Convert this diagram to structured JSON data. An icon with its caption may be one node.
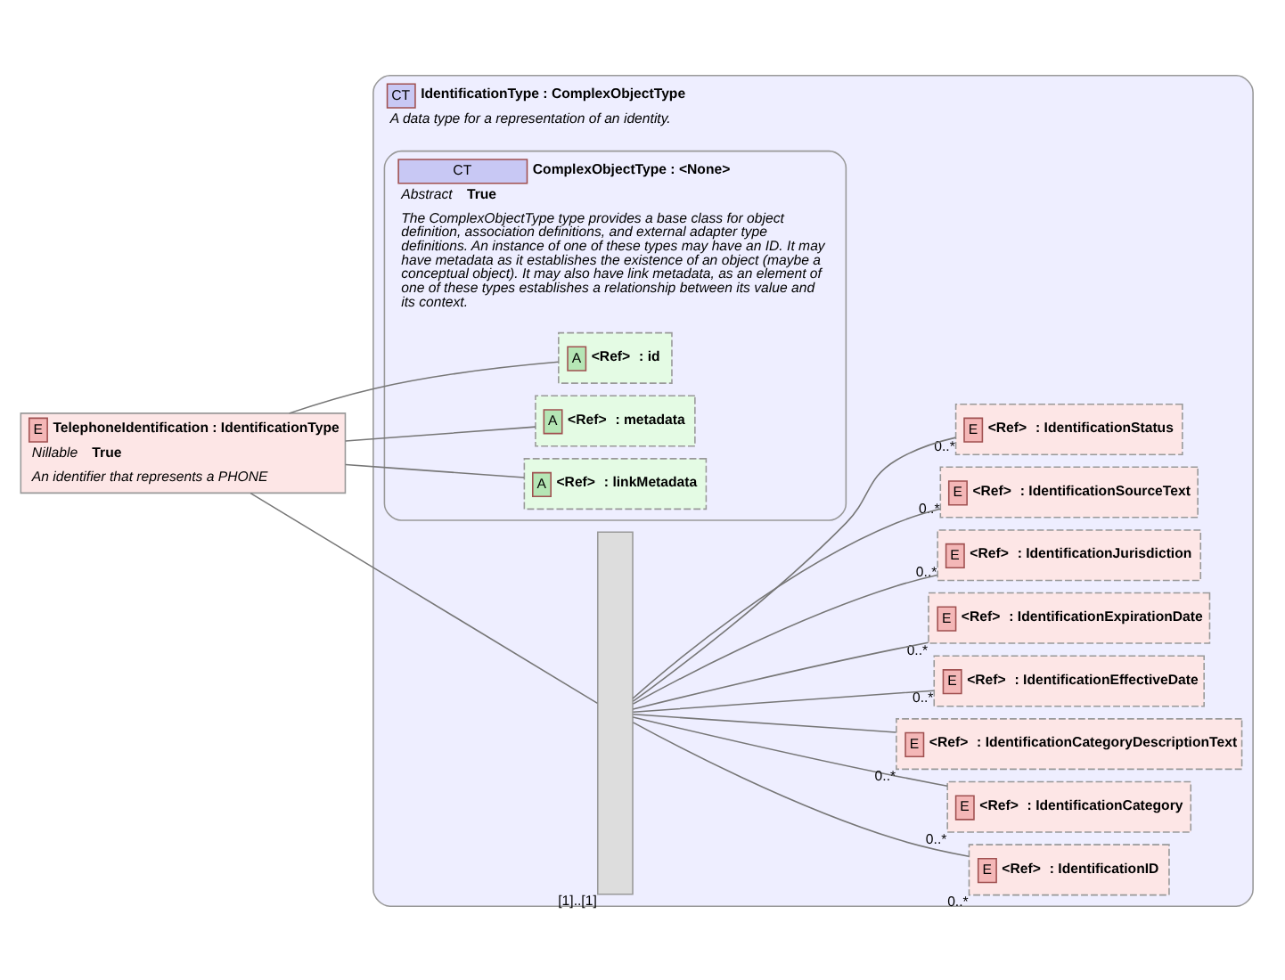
{
  "diagram": {
    "nodes": [
      {
        "text": [
          "E",
          "TelephoneIdentification : IdentificationType",
          "Nillable",
          "True",
          "An identifier that represents a PHONE"
        ]
      },
      {
        "text": [
          "CT",
          "IdentificationType : ComplexObjectType",
          "A data type for a representation of an identity."
        ]
      },
      {
        "text": [
          "CT",
          "ComplexObjectType : <None>",
          "Abstract",
          "True",
          "The ComplexObjectType type provides a base class for object definition, association definitions, and external adapter type definitions. An instance of one of these types may have an ID. It may have metadata as it establishes the existence of an object (maybe a conceptual object). It may also have link metadata, as an element of one of these types establishes a relationship between its value and its context."
        ],
        "in": 1
      },
      {
        "text": [
          "A",
          "<Ref>",
          ": id"
        ],
        "in": 2
      },
      {
        "text": [
          "A",
          "<Ref>",
          ": metadata"
        ],
        "in": 2
      },
      {
        "text": [
          "A",
          "<Ref>",
          ": linkMetadata"
        ],
        "in": 2
      },
      {
        "text": [],
        "shape": "bar",
        "beside": [
          "[1]..[1]"
        ],
        "in": 1
      },
      {
        "text": [
          "E",
          "<Ref>",
          ": IdentificationID"
        ],
        "beside": [
          "0..*"
        ],
        "in": 1
      },
      {
        "text": [
          "E",
          "<Ref>",
          ": IdentificationCategory"
        ],
        "beside": [
          "0..*"
        ],
        "in": 1
      },
      {
        "text": [
          "E",
          "<Ref>",
          ": IdentificationCategoryDescriptionText"
        ],
        "beside": [
          "0..*"
        ],
        "in": 1
      },
      {
        "text": [
          "E",
          "<Ref>",
          ": IdentificationEffectiveDate"
        ],
        "beside": [
          "0..*"
        ],
        "in": 1
      },
      {
        "text": [
          "E",
          "<Ref>",
          ": IdentificationExpirationDate"
        ],
        "beside": [
          "0..*"
        ],
        "in": 1
      },
      {
        "text": [
          "E",
          "<Ref>",
          ": IdentificationJurisdiction"
        ],
        "beside": [
          "0..*"
        ],
        "in": 1
      },
      {
        "text": [
          "E",
          "<Ref>",
          ": IdentificationSourceText"
        ],
        "beside": [
          "0..*"
        ],
        "in": 1
      },
      {
        "text": [
          "E",
          "<Ref>",
          ": IdentificationStatus"
        ],
        "beside": [
          "0..*"
        ],
        "in": 1
      }
    ],
    "edges": [
      {
        "from": 0,
        "to": 3,
        "arrow": "none"
      },
      {
        "from": 0,
        "to": 4,
        "arrow": "none"
      },
      {
        "from": 0,
        "to": 5,
        "arrow": "none"
      },
      {
        "from": 0,
        "to": 6,
        "arrow": "none"
      },
      {
        "from": 6,
        "to": 7,
        "arrow": "none"
      },
      {
        "from": 6,
        "to": 8,
        "arrow": "none"
      },
      {
        "from": 6,
        "to": 9,
        "arrow": "none"
      },
      {
        "from": 6,
        "to": 10,
        "arrow": "none"
      },
      {
        "from": 6,
        "to": 11,
        "arrow": "none"
      },
      {
        "from": 6,
        "to": 12,
        "arrow": "none"
      },
      {
        "from": 6,
        "to": 13,
        "arrow": "none"
      },
      {
        "from": 6,
        "to": 14,
        "arrow": "none"
      }
    ]
  }
}
